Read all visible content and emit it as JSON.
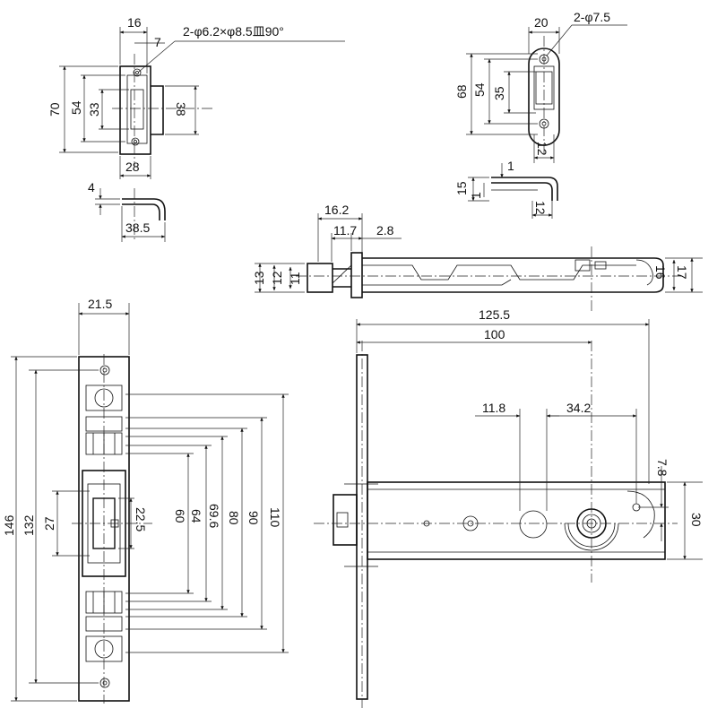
{
  "strike_plate_top": {
    "note": "2-φ6.2×φ8.5皿90°",
    "width_16": "16",
    "offset_7": "7",
    "height_70": "70",
    "height_54": "54",
    "height_33": "33",
    "depth_38": "38",
    "width_28": "28",
    "thickness_4": "4",
    "width_38_5": "38.5"
  },
  "cover_top_right": {
    "note": "2-φ7.5",
    "width_20": "20",
    "height_68": "68",
    "height_54": "54",
    "height_35": "35",
    "width_12": "12",
    "height_15": "15",
    "offset_1": "1",
    "offset_1b": "1",
    "width_12b": "12"
  },
  "lock_top_view": {
    "dim_16_2": "16.2",
    "dim_11_7": "11.7",
    "dim_2_8": "2.8",
    "dim_13": "13",
    "dim_12": "12",
    "dim_11": "11",
    "dim_16": "16",
    "dim_17": "17"
  },
  "face_plate": {
    "width_21_5": "21.5",
    "height_146": "146",
    "height_132": "132",
    "height_27": "27",
    "dim_22_5": "22.5",
    "dim_60": "60",
    "dim_64": "64",
    "dim_69_6": "69.6",
    "dim_80": "80",
    "dim_90": "90",
    "dim_110": "110"
  },
  "lock_body": {
    "dim_125_5": "125.5",
    "dim_100": "100",
    "dim_11_8": "11.8",
    "dim_34_2": "34.2",
    "dim_7_8": "7.8",
    "dim_30": "30"
  }
}
